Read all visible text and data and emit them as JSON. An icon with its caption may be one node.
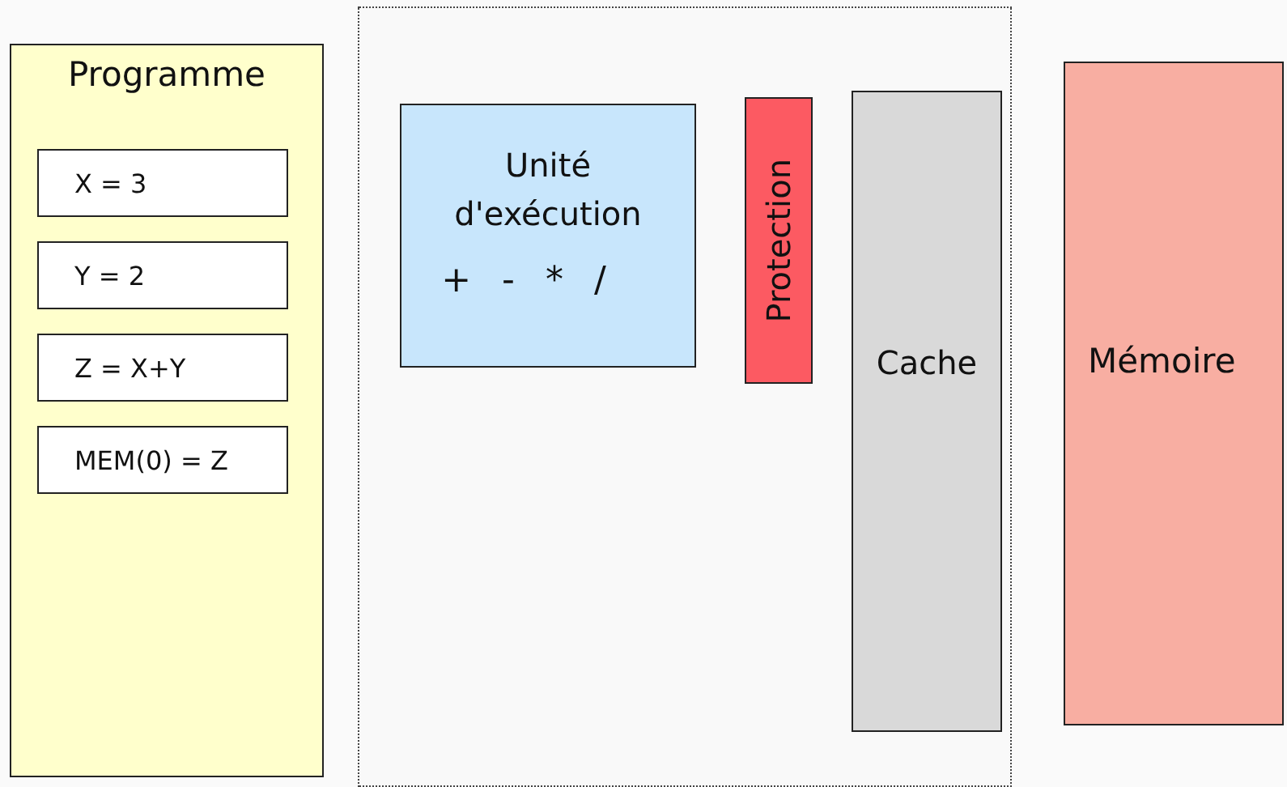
{
  "diagram": {
    "nodes": [
      {
        "text": [
          "Programme"
        ]
      },
      {
        "text": [
          "X = 3"
        ],
        "in": 0
      },
      {
        "text": [
          "Y = 2"
        ],
        "in": 0
      },
      {
        "text": [
          "Z = X+Y"
        ],
        "in": 0
      },
      {
        "text": [
          "MEM(0) = Z"
        ],
        "in": 0
      },
      {
        "text": [],
        "shape": "box"
      },
      {
        "text": [
          "Unité d'exécution",
          "+ - * /"
        ],
        "in": 5
      },
      {
        "text": [
          "Protection"
        ],
        "in": 5
      },
      {
        "text": [
          "Cache"
        ],
        "in": 5
      },
      {
        "text": [
          "Mémoire"
        ]
      }
    ],
    "edges": []
  }
}
